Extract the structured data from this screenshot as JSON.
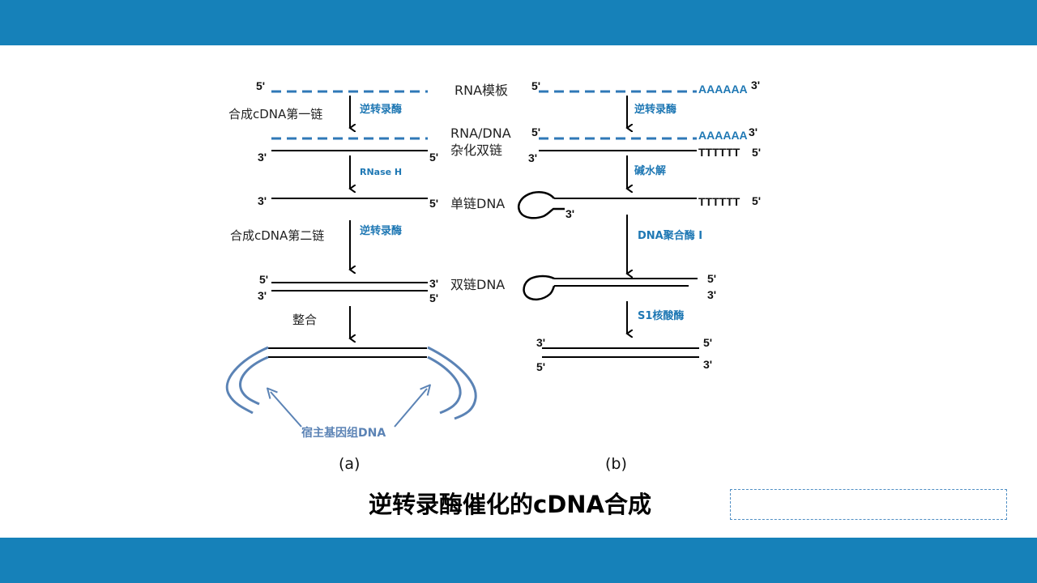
{
  "slide": {
    "title": "逆转录酶催化的cDNA合成",
    "accent_color": "#1681b9",
    "text_box_placeholder": ""
  },
  "panel_a": {
    "caption": "(a)",
    "steps": [
      "合成cDNA第一链",
      "合成cDNA第二链",
      "整合"
    ],
    "enzymes": [
      "逆转录酶",
      "RNase H",
      "逆转录酶"
    ],
    "host_label": "宿主基因组DNA",
    "ends": {
      "rna_5": "5'",
      "hybrid_3": "3'",
      "hybrid_5": "5'",
      "ss_3": "3'",
      "ss_5": "5'",
      "ds_top_5": "5'",
      "ds_top_3": "3'",
      "ds_bot_3": "3'",
      "ds_bot_5": "5'"
    }
  },
  "center_labels": [
    "RNA模板",
    "RNA/DNA",
    "杂化双链",
    "单链DNA",
    "双链DNA"
  ],
  "panel_b": {
    "caption": "(b)",
    "enzymes": [
      "逆转录酶",
      "碱水解",
      "DNA聚合酶 I",
      "S1核酸酶"
    ],
    "poly_a": "AAAAAA",
    "poly_t": "TTTTTT",
    "ends": {
      "rna_5": "5'",
      "rna_3": "3'",
      "hyb_5": "5'",
      "hyb_3": "3'",
      "hyb_dna_3": "3'",
      "hyb_dna_5": "5'",
      "ss_5": "5'",
      "ss_hairpin_3": "3'",
      "ds_5": "5'",
      "ds_3": "3'",
      "final_top_3": "3'",
      "final_top_5": "5'",
      "final_bot_5": "5'",
      "final_bot_3": "3'"
    }
  },
  "colors": {
    "rna": "#2f78b7",
    "dna": "#000000",
    "host": "#5b83b5",
    "enzyme_text": "#1f78b4"
  }
}
